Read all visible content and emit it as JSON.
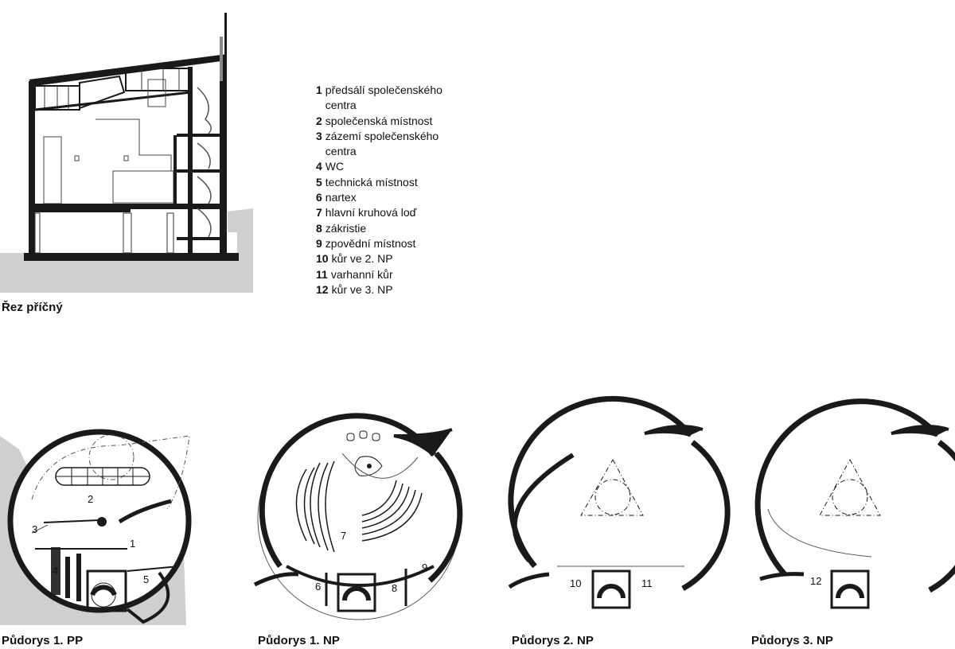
{
  "section": {
    "caption": "Řez příčný"
  },
  "legend": [
    {
      "num": "1",
      "text": "předsálí společenského centra"
    },
    {
      "num": "2",
      "text": "společenská místnost"
    },
    {
      "num": "3",
      "text": "zázemí společenského centra"
    },
    {
      "num": "4",
      "text": "WC"
    },
    {
      "num": "5",
      "text": "technická místnost"
    },
    {
      "num": "6",
      "text": "nartex"
    },
    {
      "num": "7",
      "text": "hlavní kruhová loď"
    },
    {
      "num": "8",
      "text": "zákristie"
    },
    {
      "num": "9",
      "text": "zpovědní místnost"
    },
    {
      "num": "10",
      "text": "kůr ve 2. NP"
    },
    {
      "num": "11",
      "text": "varhanní kůr"
    },
    {
      "num": "12",
      "text": "kůr ve 3. NP"
    }
  ],
  "plans": [
    {
      "caption": "Půdorys 1. PP",
      "rooms": [
        "1",
        "2",
        "3",
        "4",
        "5"
      ]
    },
    {
      "caption": "Půdorys 1. NP",
      "rooms": [
        "6",
        "7",
        "8",
        "9"
      ]
    },
    {
      "caption": "Půdorys 2. NP",
      "rooms": [
        "10",
        "11"
      ]
    },
    {
      "caption": "Půdorys 3. NP",
      "rooms": [
        "12"
      ]
    }
  ]
}
